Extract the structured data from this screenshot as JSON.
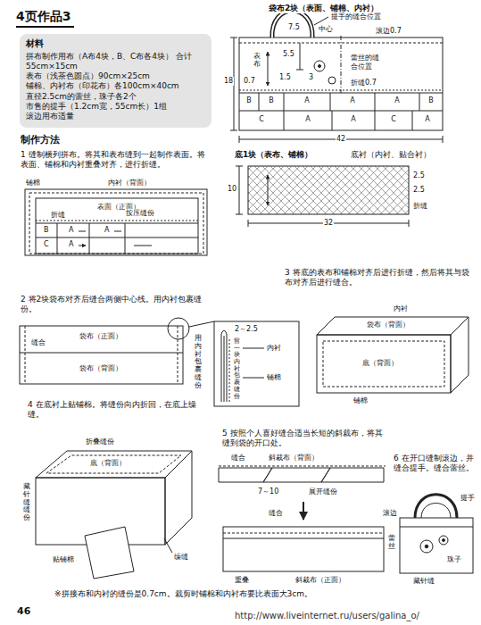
{
  "diagram": {
    "title": "4页作品3",
    "nodes": [
      {
        "text": [
          "材料",
          "拼布制作用布（A布4块，B、C布各4块） 合计55cm×15cm",
          "表布（浅茶色圆点）90cm×25cm",
          "铺棉、内衬布（印花布）各100cm×40cm",
          "直径2.5cm的蕾丝，珠子各2个",
          "市售的提手（1.2cm宽，55cm长）1组",
          "滚边用布适量"
        ]
      }
    ],
    "labels": [
      "制作方法",
      "1 缝制横列拼布。将其和表布缝到一起制作表面。将表面、铺棉和内衬重叠对齐，进行折缝。",
      "铺棉",
      "内衬（背面）",
      "表面（正面）",
      "折缝",
      "按压缝份",
      "B",
      "A",
      "C",
      "A",
      "A",
      "袋布2块（表面、铺棉、内衬）",
      "提手的缝合位置",
      "7.5",
      "中心",
      "滚边0.7",
      "5.5",
      "1.5",
      "3",
      "表布",
      "蕾丝的缝合位置",
      "折缝0.7",
      "0.7",
      "18",
      "B",
      "B",
      "A",
      "A",
      "A",
      "B",
      "C",
      "A",
      "A",
      "C",
      "A",
      "42",
      "底1块（表布、铺棉）",
      "底衬（内衬、贴合衬）",
      "10",
      "2.5",
      "2.5",
      "折缝",
      "32",
      "3 将底的表布和铺棉对齐后进行折缝，然后将其与袋布对齐后进行缝合。",
      "2 将2块袋布对齐后缝合两侧中心线。用内衬包裹缝份。",
      "袋布（正面）",
      "缝合",
      "袋布（背面）",
      "2～2.5",
      "内衬",
      "铺棉",
      "留一块内衬包裹缝份",
      "用内衬包裹缝份",
      "内衬",
      "袋布（背面）",
      "底（背面）",
      "铺棉",
      "4 在底衬上贴铺棉。将缝份向内折回，在底上缲缝。",
      "折叠缝份",
      "底（背面）",
      "藏针缝缝份",
      "贴铺棉",
      "缲缝",
      "5 按照个人喜好缝合适当长短的斜裁布，将其缝到袋的开口处。",
      "缝合",
      "斜裁布（背面）",
      "7～10",
      "展开缝份",
      "缝合",
      "重叠",
      "斜裁布（正面）",
      "6 在开口缝制滚边，并缝合提手。缝合蕾丝。",
      "滚边",
      "提手",
      "蕾丝",
      "珠子",
      "藏针缝",
      "※拼接布和内衬的缝份是0.7cm。裁剪时铺棉和内衬布要比表面大3cm。",
      "46",
      "http://www.liveinternet.ru/users/galina_o/"
    ]
  }
}
